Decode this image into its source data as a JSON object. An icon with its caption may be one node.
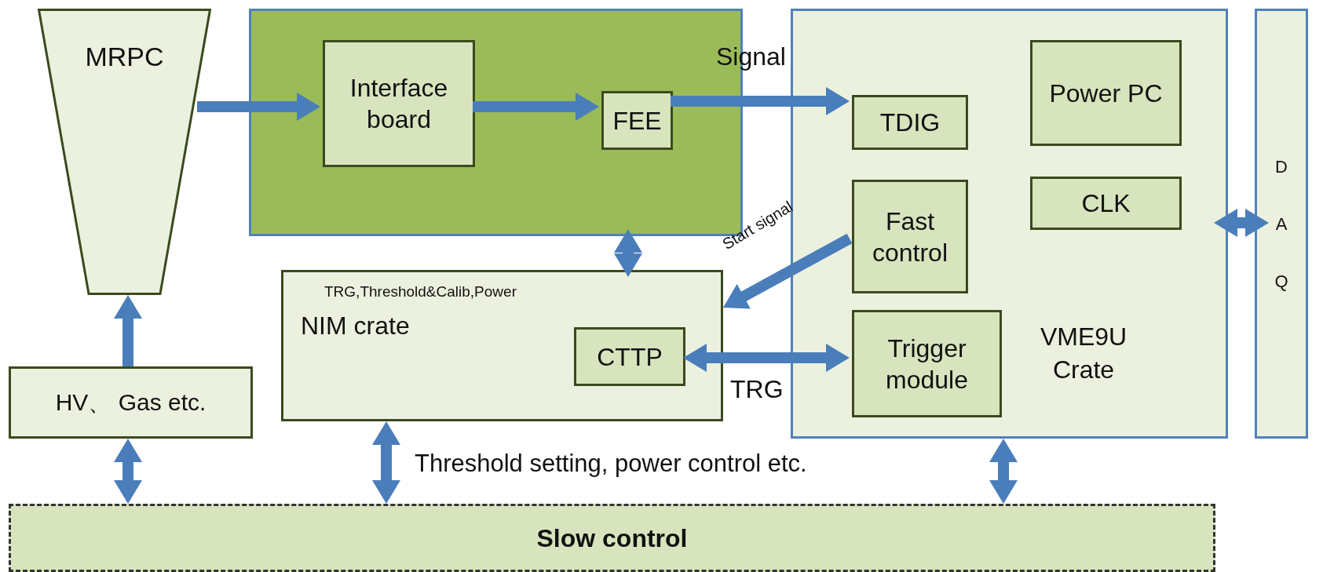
{
  "diagram": {
    "nodes": [
      {
        "text": [
          "MRPC"
        ]
      },
      {
        "text": [],
        "shape": "box"
      },
      {
        "text": [
          "Interface board"
        ],
        "in": 1
      },
      {
        "text": [
          "FEE"
        ],
        "in": 1
      },
      {
        "text": [
          "VME9U Crate"
        ]
      },
      {
        "text": [
          "TDIG"
        ],
        "in": 4
      },
      {
        "text": [
          "Power PC"
        ],
        "in": 4
      },
      {
        "text": [
          "Fast control"
        ],
        "in": 4
      },
      {
        "text": [
          "CLK"
        ],
        "in": 4
      },
      {
        "text": [
          "Trigger module"
        ],
        "in": 4
      },
      {
        "text": [
          "DAQ"
        ]
      },
      {
        "text": [
          "TRG,Threshold&Calib,Power",
          "NIM crate"
        ]
      },
      {
        "text": [
          "CTTP"
        ],
        "in": 11
      },
      {
        "text": [
          "HV、 Gas etc."
        ]
      },
      {
        "text": [
          "Slow control"
        ]
      }
    ],
    "edges": [
      {
        "from": 0,
        "to": 2,
        "arrow": "to"
      },
      {
        "from": 2,
        "to": 3,
        "arrow": "to"
      },
      {
        "from": 3,
        "to": 5,
        "arrow": "to",
        "label": "Signal"
      },
      {
        "from": 1,
        "to": 11,
        "arrow": "both"
      },
      {
        "from": 7,
        "to": 11,
        "arrow": "to",
        "label": "Start signal"
      },
      {
        "from": 12,
        "to": 9,
        "arrow": "both",
        "label": "TRG"
      },
      {
        "from": 4,
        "to": 10,
        "arrow": "both"
      },
      {
        "from": 13,
        "to": 0,
        "arrow": "to"
      },
      {
        "from": 13,
        "to": 14,
        "arrow": "both"
      },
      {
        "from": 11,
        "to": 14,
        "arrow": "both"
      },
      {
        "from": 4,
        "to": 14,
        "arrow": "both"
      }
    ],
    "labels": [
      "Threshold setting, power control etc."
    ]
  }
}
